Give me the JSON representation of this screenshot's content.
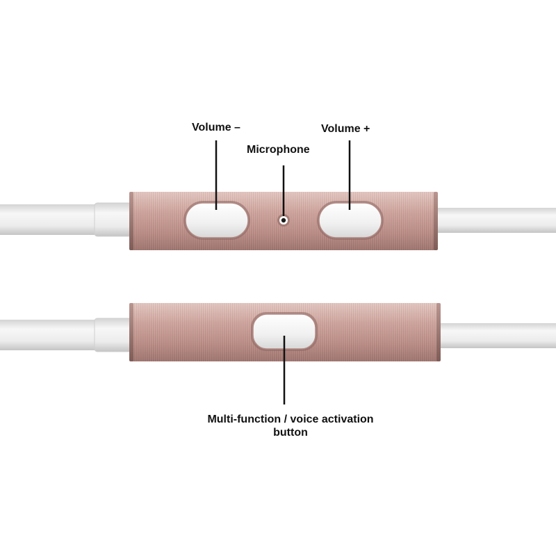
{
  "labels": {
    "volume_minus": "Volume –",
    "microphone": "Microphone",
    "volume_plus": "Volume +",
    "multifunction_line1": "Multi-function / voice activation",
    "multifunction_line2": "button"
  },
  "colors": {
    "housing": "#c99f98",
    "housing_dark": "#a87a74",
    "housing_light": "#e2c4be",
    "button_face": "#f4f4f4",
    "cable": "#e8e8e8",
    "cable_edge": "#c8c8c8",
    "leader_line": "#111111"
  }
}
